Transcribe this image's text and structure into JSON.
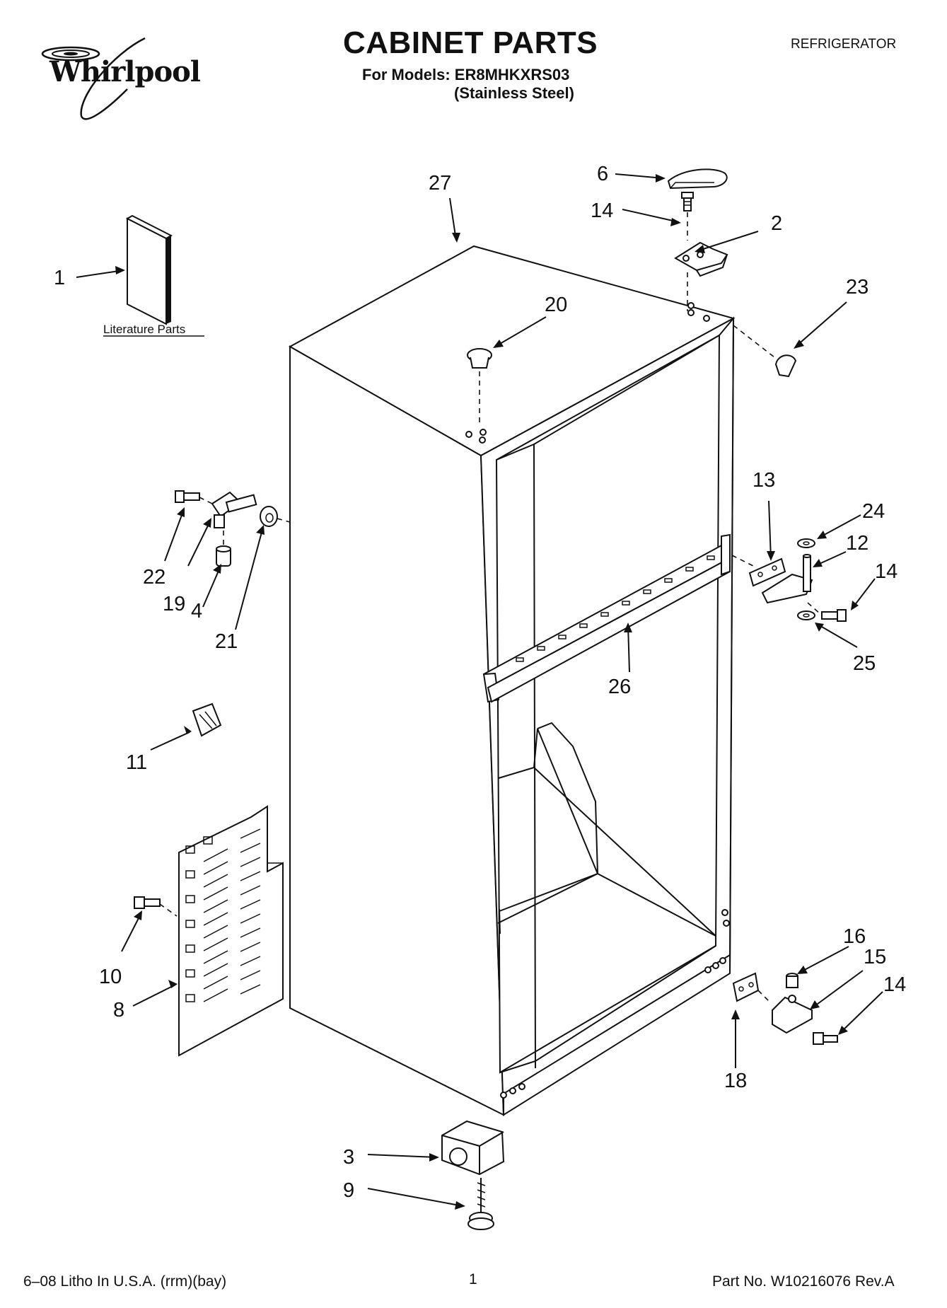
{
  "header": {
    "brand": "Whirlpool",
    "title": "CABINET PARTS",
    "models_line": "For Models: ER8MHKXRS03",
    "variant": "(Stainless Steel)",
    "category": "REFRIGERATOR"
  },
  "literature_label": "Literature Parts",
  "callouts": {
    "p1": "1",
    "p2": "2",
    "p3": "3",
    "p4": "4",
    "p6": "6",
    "p8": "8",
    "p9": "9",
    "p10": "10",
    "p11": "11",
    "p12": "12",
    "p13": "13",
    "p14a": "14",
    "p14b": "14",
    "p14c": "14",
    "p15": "15",
    "p16": "16",
    "p18": "18",
    "p19": "19",
    "p20": "20",
    "p21": "21",
    "p22": "22",
    "p23": "23",
    "p24": "24",
    "p25": "25",
    "p26": "26",
    "p27": "27"
  },
  "footer": {
    "print_info": "6–08 Litho In U.S.A. (rrm)(bay)",
    "page": "1",
    "part_number": "Part No. W10216076 Rev.A"
  }
}
